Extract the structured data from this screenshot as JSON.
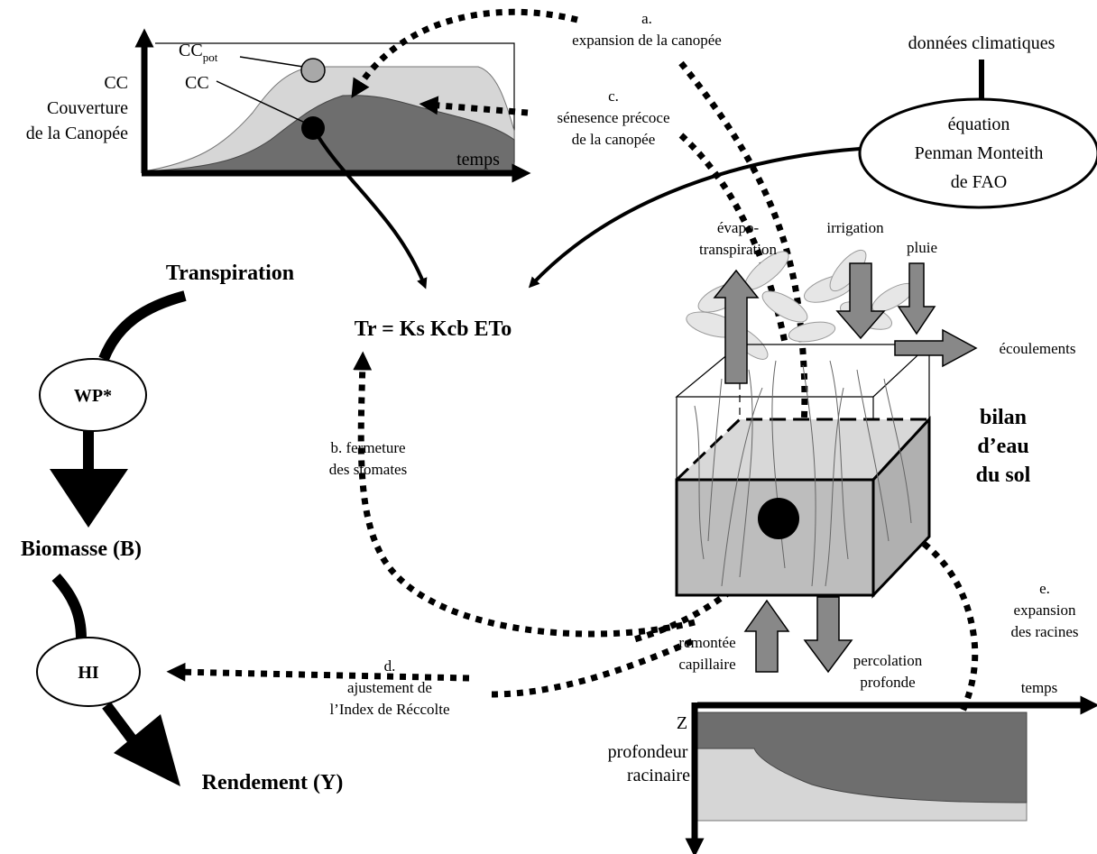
{
  "canopy_chart": {
    "y_label_line1": "CC",
    "y_label_line2": "Couverture",
    "y_label_line3": "de la Canopée",
    "ccpot_main": "CC",
    "ccpot_sub": "pot",
    "cc_label": "CC",
    "x_label": "temps"
  },
  "annotations": {
    "a_letter": "a.",
    "a_text": "expansion de la canopée",
    "c_letter": "c.",
    "c_line1": "sénesence précoce",
    "c_line2": "de la canopée",
    "b_line1": "b. fermeture",
    "b_line2": "des stomates",
    "d_letter": "d.",
    "d_line1": "ajustement de",
    "d_line2": "l’Index de Réccolte",
    "e_letter": "e.",
    "e_line1": "expansion",
    "e_line2": "des racines"
  },
  "climate": {
    "label": "données climatiques",
    "eq_line1": "équation",
    "eq_line2": "Penman Monteith",
    "eq_line3": "de FAO"
  },
  "formula": "Tr = Ks Kcb ETo",
  "chain": {
    "transpiration": "Transpiration",
    "wp": "WP*",
    "biomasse": "Biomasse (B)",
    "hi": "HI",
    "rendement": "Rendement (Y)"
  },
  "soil": {
    "evapo_line1": "évapo-",
    "evapo_line2": "transpiration",
    "irrigation": "irrigation",
    "pluie": "pluie",
    "ecoulements": "écoulements",
    "bilan_line1": "bilan",
    "bilan_line2": "d’eau",
    "bilan_line3": "du sol",
    "remontee_line1": "remontée",
    "remontee_line2": "capillaire",
    "percolation_line1": "percolation",
    "percolation_line2": "profonde"
  },
  "root_chart": {
    "z_label": "Z",
    "x_label": "temps",
    "y_label_line1": "profondeur",
    "y_label_line2": "racinaire"
  },
  "colors": {
    "dark_gray": "#6e6e6e",
    "light_gray": "#d6d6d6",
    "medium_gray": "#888888",
    "soil_gray": "#bdbdbd"
  }
}
